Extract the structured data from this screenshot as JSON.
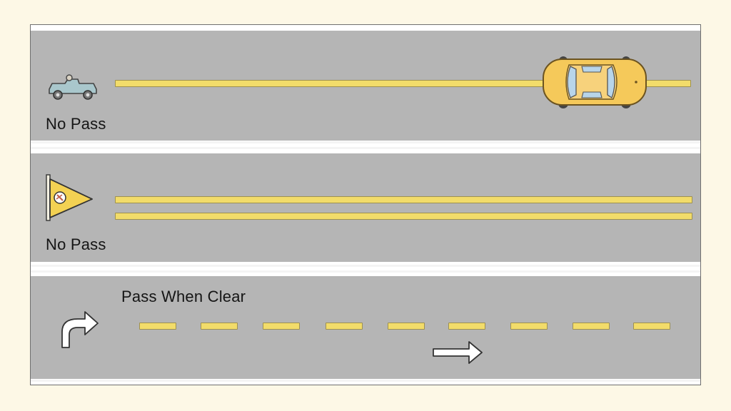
{
  "lanes": [
    {
      "label": "No Pass",
      "marking": "solid-single",
      "icon": "jeep-icon",
      "vehicle": "car-icon"
    },
    {
      "label": "No Pass",
      "marking": "solid-double",
      "icon": "no-passing-pennant-icon"
    },
    {
      "label": "Pass When Clear",
      "marking": "dashed",
      "icon": "curved-arrow-icon",
      "extra_icon": "right-arrow-icon"
    }
  ],
  "colors": {
    "background": "#fdf8e6",
    "road": "#b5b5b5",
    "line_yellow": "#f2dc6a",
    "car_yellow": "#f5c95a"
  }
}
